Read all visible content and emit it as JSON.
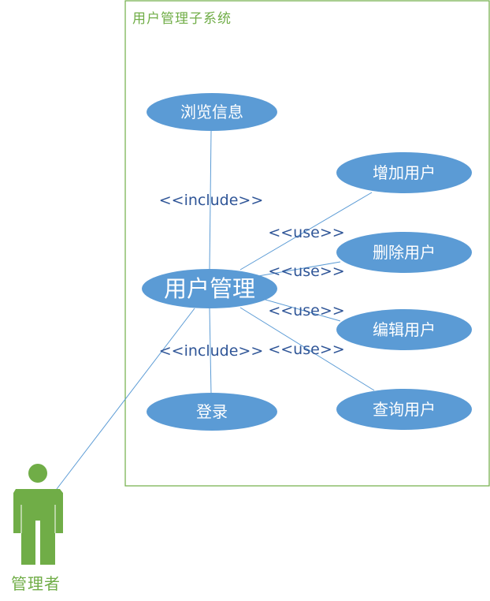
{
  "system": {
    "title": "用户管理子系统"
  },
  "actor": {
    "label": "管理者"
  },
  "use_cases": {
    "browse": "浏览信息",
    "manage": "用户管理",
    "login": "登录",
    "add": "增加用户",
    "delete": "删除用户",
    "edit": "编辑用户",
    "query": "查询用户"
  },
  "relations": {
    "include_browse": "<<include>>",
    "include_login": "<<include>>",
    "use_add": "<<use>>",
    "use_delete": "<<use>>",
    "use_edit": "<<use>>",
    "use_query": "<<use>>"
  },
  "colors": {
    "boundary": "#70ad47",
    "use_case_fill": "#5b9bd5",
    "connector": "#5b9bd5",
    "actor": "#70ad47",
    "stereotype_text": "#2f5597"
  }
}
